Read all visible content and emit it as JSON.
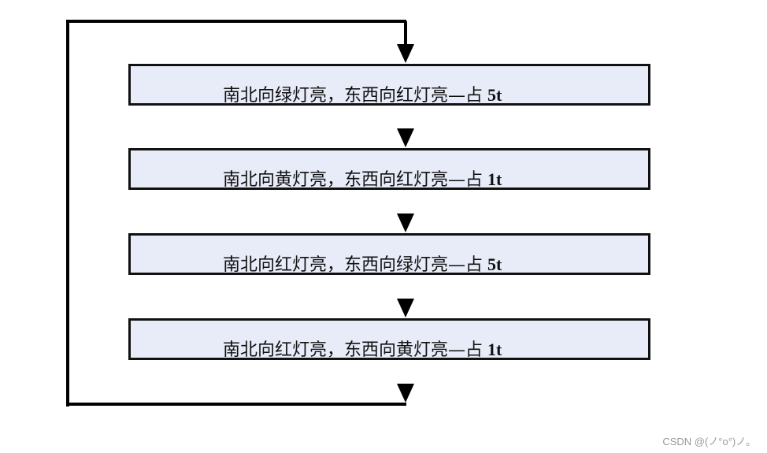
{
  "flowchart": {
    "steps": [
      {
        "label": "南北向绿灯亮，东西向红灯亮—占",
        "duration": "5t"
      },
      {
        "label": "南北向黄灯亮，东西向红灯亮—占",
        "duration": "1t"
      },
      {
        "label": "南北向红灯亮，东西向绿灯亮—占",
        "duration": "5t"
      },
      {
        "label": "南北向红灯亮，东西向黄灯亮—占",
        "duration": "1t"
      }
    ],
    "loop": "return to first step",
    "colors": {
      "box_fill": "#e8ecf8",
      "box_border": "#111111",
      "arrow": "#000000"
    }
  },
  "watermark": {
    "text": "CSDN @(ノ°o°)ノ。"
  }
}
